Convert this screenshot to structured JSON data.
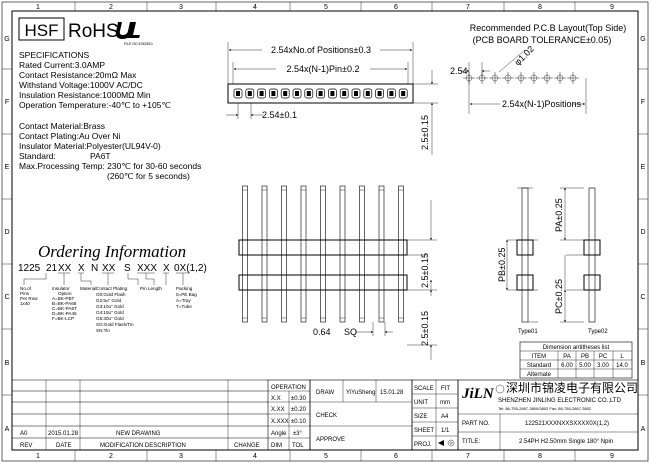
{
  "border": {
    "cols": [
      "1",
      "2",
      "3",
      "4",
      "5",
      "6",
      "7",
      "8",
      "9"
    ],
    "rows": [
      "G",
      "F",
      "E",
      "D",
      "C",
      "B",
      "A"
    ]
  },
  "header": {
    "hsf_logo": "HSF",
    "rohs_logo": "RoHS",
    "ul_file_no": "FILE NO.E362810"
  },
  "specifications": {
    "title": "SPECIFICATIONS",
    "lines": [
      "Rated Current:3.0AMP",
      "Contact Resistance:20mΩ Max",
      "Withstand Voltage:1000V AC/DC",
      "Insulation Resistance:1000MΩ Min",
      "Operation Temperature:-40℃ to +105℃"
    ],
    "materials": [
      "Contact Material:Brass",
      "Contact Plating:Au Over Ni",
      "Insulator Material:Polyester(UL94V-0)"
    ],
    "standard_label": "Standard:",
    "standard_value": "PA6T",
    "processing_1": "Max.Processing Temp: 230℃ for 30-60 seconds",
    "processing_2": "(260℃ for 5 seconds)"
  },
  "ordering": {
    "title": "Ordering Information",
    "code_parts": [
      "1225",
      "21",
      "XX",
      "X",
      "N",
      "XX",
      "S",
      "XXX",
      "X",
      "0X(1,2)"
    ],
    "legend_pins": [
      "No.of",
      "Pins",
      "Per Row",
      "1x40"
    ],
    "legend_insulator": [
      "Insulator",
      "Option",
      "A=BK-PBT",
      "B=BK-PA66",
      "C=BK-PA6T",
      "D=BK-PA46",
      "F=BK-LCP"
    ],
    "legend_material": [
      "Material"
    ],
    "legend_plating": [
      "Contact Plating",
      "G0:Gold Flash",
      "G2:5u\" Gold",
      "G3:10u\" Gold",
      "G4:15u\" Gold",
      "G5:30u\" Gold",
      "SG:Gold Flash/Tin",
      "SN:Tin"
    ],
    "legend_pin_length": [
      "Pin Length"
    ],
    "legend_packing": [
      "Packing",
      "0=PE Bag",
      "A=Tray",
      "T=Tube"
    ]
  },
  "top_view": {
    "dim_positions": "2.54xNo.of Positions±0.3",
    "dim_pin": "2.54x(N-1)Pin±0.2",
    "dim_pitch": "2.54±0.1",
    "dim_height": "2.5±0.15"
  },
  "pcb_layout": {
    "title": "Recommended P.C.B Layout(Top Side)",
    "subtitle": "(PCB BOARD TOLERANCE±0.05)",
    "dim_pitch": "2.54",
    "dim_hole": "φ1.02",
    "dim_positions": "2.54x(N-1)Positions"
  },
  "side_view": {
    "dim_upper": "2.5±0.15",
    "dim_lower": "2.5±0.15",
    "dim_pin_size": "0.64",
    "dim_sq": "SQ"
  },
  "types": {
    "pa_label": "PA±0.25",
    "pb_label": "PB±0.25",
    "pc_label": "PC±0.25",
    "type1": "Type01",
    "type2": "Type02"
  },
  "dimension_table": {
    "title": "Dimension antitheses list",
    "headers": [
      "ITEM",
      "PA",
      "PB",
      "PC",
      "L"
    ],
    "rows": [
      [
        "Standard",
        "6.00",
        "5.00",
        "3.00",
        "14.0"
      ],
      [
        "Alternate",
        "",
        "",
        "",
        ""
      ]
    ]
  },
  "title_block": {
    "operation": "OPERATION",
    "tolerances": [
      [
        "X.X",
        "±0.30"
      ],
      [
        "X.XX",
        "±0.20"
      ],
      [
        "X.XXX",
        "±0.10"
      ],
      [
        "Angle",
        "±3°"
      ]
    ],
    "dim_label": "DIM",
    "tol_label": "TOL",
    "draw": "DRAW",
    "drawer": "YiYuSheng",
    "draw_date": "15.01.28",
    "check": "CHECK",
    "approve": "APPROVE",
    "scale": "SCALE",
    "scale_value": "FIT",
    "unit": "UNIT",
    "unit_value": "mm",
    "size": "SIZE",
    "size_value": "A4",
    "sheet": "SHEET",
    "sheet_value": "1/1",
    "proj": "PROJ.",
    "company_logo": "JiLN",
    "company_cn": "深圳市锦凌电子有限公司",
    "company_en": "SHENZHEN JINLING ELECTRONIC CO.,LTD",
    "company_tel": "Tel: 86-755-2867-3800/3802  Fax: 86-755-2867-3802",
    "part_no_label": "PART NO.",
    "part_no": "122521XXXNXXSXXXX0X(1,2)",
    "title_label": "TITLE:",
    "title_value": "2.54PH H2.50mm Single 180° Npin",
    "rev_label": "REV",
    "date_label": "DATE",
    "mod_label": "MODIFICATION DESCRIPTION",
    "change_label": "CHANGE",
    "rev_value": "A0",
    "rev_date": "2015.01.28",
    "rev_desc": "NEW DRAWING"
  }
}
